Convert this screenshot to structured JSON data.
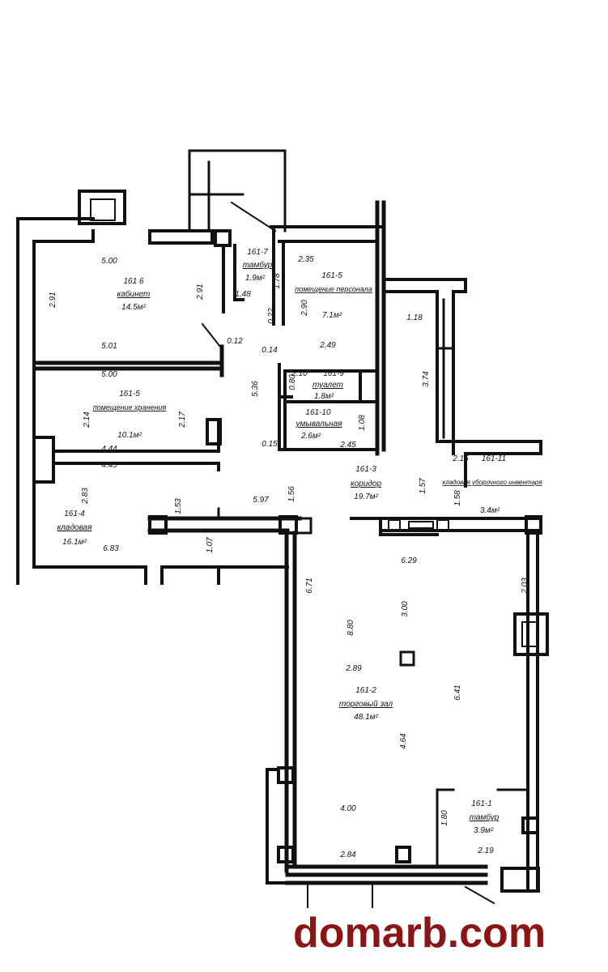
{
  "plan": {
    "rooms": [
      {
        "id": "161 6",
        "name": "кабинет",
        "area": "14.5м²"
      },
      {
        "id": "161-7",
        "name": "тамбур",
        "area": "1.9м²"
      },
      {
        "id": "161-5",
        "name": "помещение персонала",
        "area": "7.1м²"
      },
      {
        "id": "161-9",
        "name": "туалет",
        "area": "1.8м²"
      },
      {
        "id": "161-10",
        "name": "умывальная",
        "area": "2.6м²"
      },
      {
        "id": "161-5",
        "name": "помещение хранения",
        "area": "10.1м²"
      },
      {
        "id": "161-4",
        "name": "кладовая",
        "area": "16.1м²"
      },
      {
        "id": "161-3",
        "name": "коридор",
        "area": "19.7м²"
      },
      {
        "id": "161-11",
        "name": "кладовая уборочного инвентаря",
        "area": "3.4м²"
      },
      {
        "id": "161-2",
        "name": "торговый зал",
        "area": "48.1м²"
      },
      {
        "id": "161-1",
        "name": "тамбур",
        "area": "3.9м²"
      }
    ],
    "dims": [
      "5.00",
      "2.91",
      "2.91",
      "5.01",
      "0.12",
      "5.00",
      "2.14",
      "2.17",
      "4.44",
      "4.45",
      "1.53",
      "2.83",
      "5.97",
      "6.83",
      "1.07",
      "1.48",
      "1.78",
      "0.22",
      "2.90",
      "2.35",
      "2.49",
      "0.14",
      "2.10",
      "0.80",
      "5.36",
      "1.08",
      "0.15",
      "2.45",
      "1.56",
      "1.57",
      "1.58",
      "2.15",
      "1.18",
      "3.74",
      "6.29",
      "6.71",
      "2.03",
      "8.80",
      "3.00",
      "2.89",
      "6.41",
      "4.64",
      "4.00",
      "1.80",
      "2.84",
      "2.19"
    ]
  },
  "watermark": {
    "text": "domarb.com",
    "color": "#8b1515"
  }
}
